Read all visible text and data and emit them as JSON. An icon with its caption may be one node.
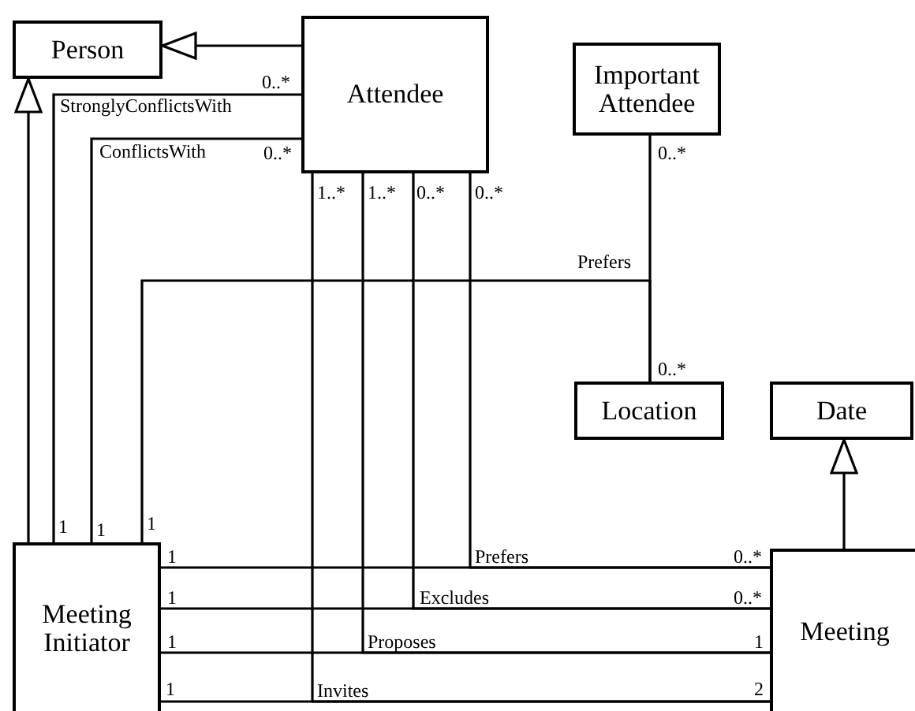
{
  "diagram": {
    "nodes": [
      {
        "text": [
          "Person"
        ]
      },
      {
        "text": [
          "Attendee"
        ]
      },
      {
        "text": [
          "Important Attendee"
        ]
      },
      {
        "text": [
          "Location"
        ]
      },
      {
        "text": [
          "Date"
        ]
      },
      {
        "text": [
          "Meeting Initiator"
        ]
      },
      {
        "text": [
          "Meeting"
        ]
      }
    ],
    "edges": [
      {
        "from": 1,
        "to": 0,
        "arrow": "to"
      },
      {
        "from": 5,
        "to": 0,
        "arrow": "to"
      },
      {
        "from": 5,
        "to": 1,
        "arrow": "none",
        "label": "StronglyConflictsWith"
      },
      {
        "from": 5,
        "to": 1,
        "arrow": "none",
        "label": "ConflictsWith"
      },
      {
        "from": 2,
        "to": 3,
        "arrow": "none"
      },
      {
        "from": 5,
        "to": 3,
        "arrow": "none",
        "label": "Prefers"
      },
      {
        "from": 6,
        "to": 4,
        "arrow": "to"
      },
      {
        "from": 5,
        "to": 6,
        "arrow": "none",
        "label": "Prefers"
      },
      {
        "from": 1,
        "to": 6,
        "arrow": "none"
      },
      {
        "from": 5,
        "to": 6,
        "arrow": "none",
        "label": "Excludes"
      },
      {
        "from": 1,
        "to": 6,
        "arrow": "none"
      },
      {
        "from": 5,
        "to": 6,
        "arrow": "none",
        "label": "Proposes"
      },
      {
        "from": 1,
        "to": 6,
        "arrow": "none"
      },
      {
        "from": 5,
        "to": 6,
        "arrow": "none",
        "label": "Invites"
      },
      {
        "from": 1,
        "to": 6,
        "arrow": "none"
      }
    ],
    "labels": [
      "0..*",
      "0..*",
      "0..*",
      "1..*",
      "1..*",
      "0..*",
      "0..*",
      "0..*",
      "1",
      "1",
      "1",
      "1",
      "0..*",
      "1",
      "0..*",
      "1",
      "1",
      "1",
      "2"
    ]
  }
}
